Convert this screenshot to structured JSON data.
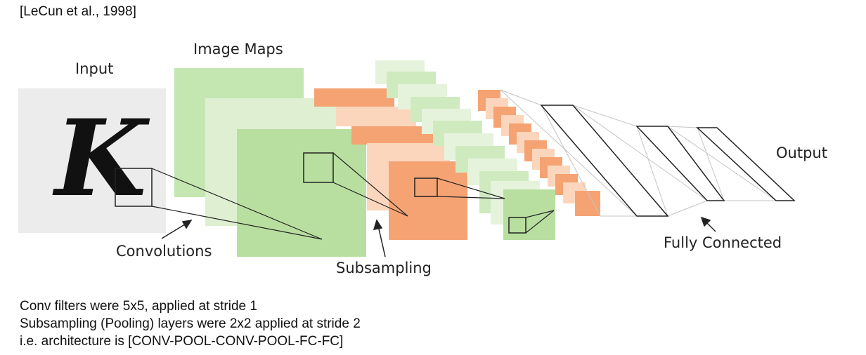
{
  "citation": "[LeCun et al., 1998]",
  "labels": {
    "input": "Input",
    "image_maps": "Image Maps",
    "output": "Output",
    "convolutions": "Convolutions",
    "subsampling": "Subsampling",
    "fully_connected": "Fully Connected"
  },
  "input_glyph": "K",
  "notes": [
    "Conv filters were 5x5, applied at stride 1",
    "Subsampling (Pooling) layers were 2x2 applied at stride 2",
    "i.e. architecture is [CONV-POOL-CONV-POOL-FC-FC]"
  ],
  "colors": {
    "conv_green": "#b9e0a3",
    "conv_green_light": "#d9eecb",
    "pool_orange": "#f5a373",
    "pool_orange_light": "#fbd6bd",
    "input_bg": "#ececec"
  }
}
